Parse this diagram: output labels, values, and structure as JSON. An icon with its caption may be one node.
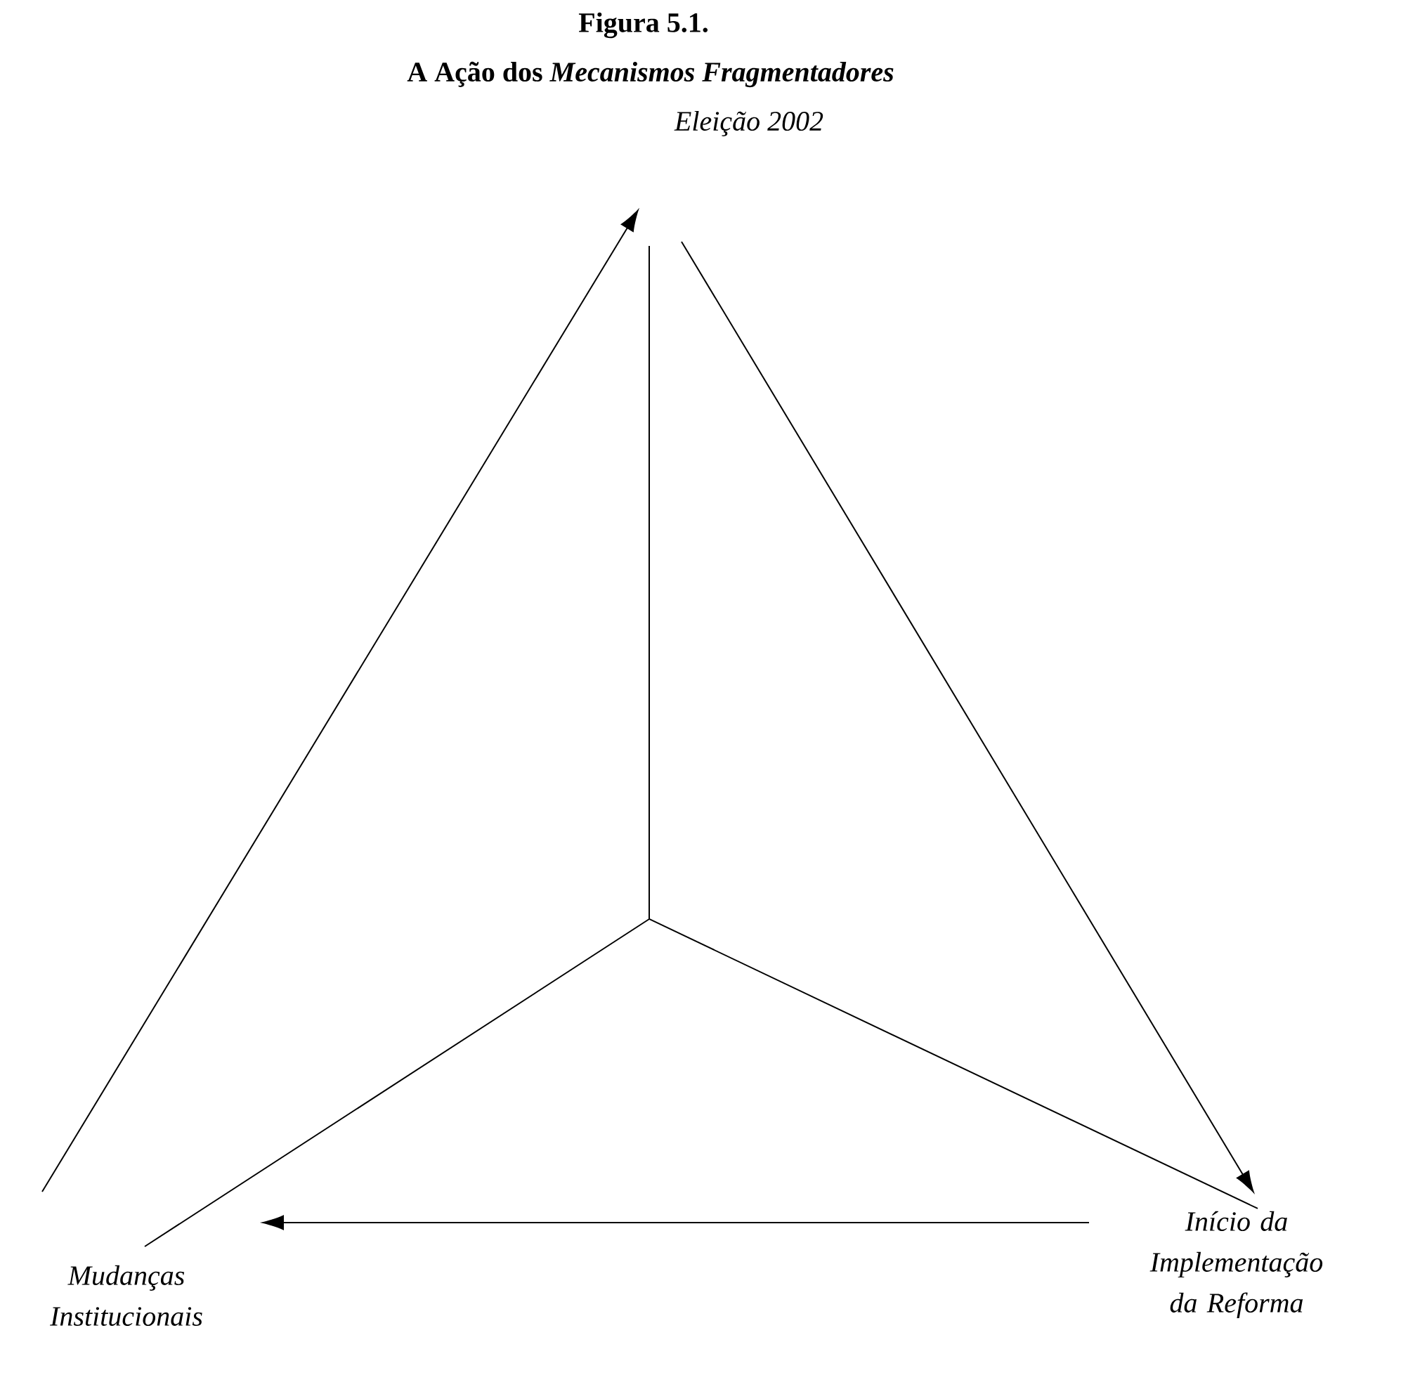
{
  "diagram": {
    "title": "Figura 5.1.",
    "caption": "A Ação dos *Mecanismos Fragmentadores*",
    "nodes": [
      {
        "text": [
          "Eleição 2002"
        ]
      },
      {
        "text": [
          "Início da Implementação da Reforma"
        ]
      },
      {
        "text": [
          "Mudanças Institucionais"
        ]
      }
    ],
    "edges": [
      {
        "from": 2,
        "to": 0,
        "arrow": "to"
      },
      {
        "from": 0,
        "to": 1,
        "arrow": "to"
      },
      {
        "from": 1,
        "to": 2,
        "arrow": "to"
      }
    ]
  }
}
